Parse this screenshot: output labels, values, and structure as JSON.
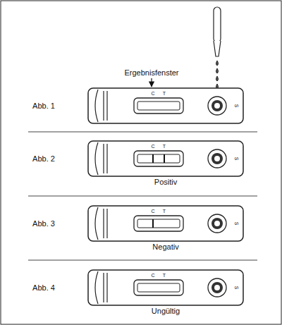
{
  "diagram": {
    "labels": [
      "Ergebnisfenster",
      "Abb. 1",
      "C",
      "T",
      "S",
      "Abb. 2",
      "C",
      "T",
      "S",
      "Positiv",
      "Abb. 3",
      "C",
      "T",
      "S",
      "Negativ",
      "Abb. 4",
      "C",
      "T",
      "S",
      "Ungültig"
    ]
  }
}
